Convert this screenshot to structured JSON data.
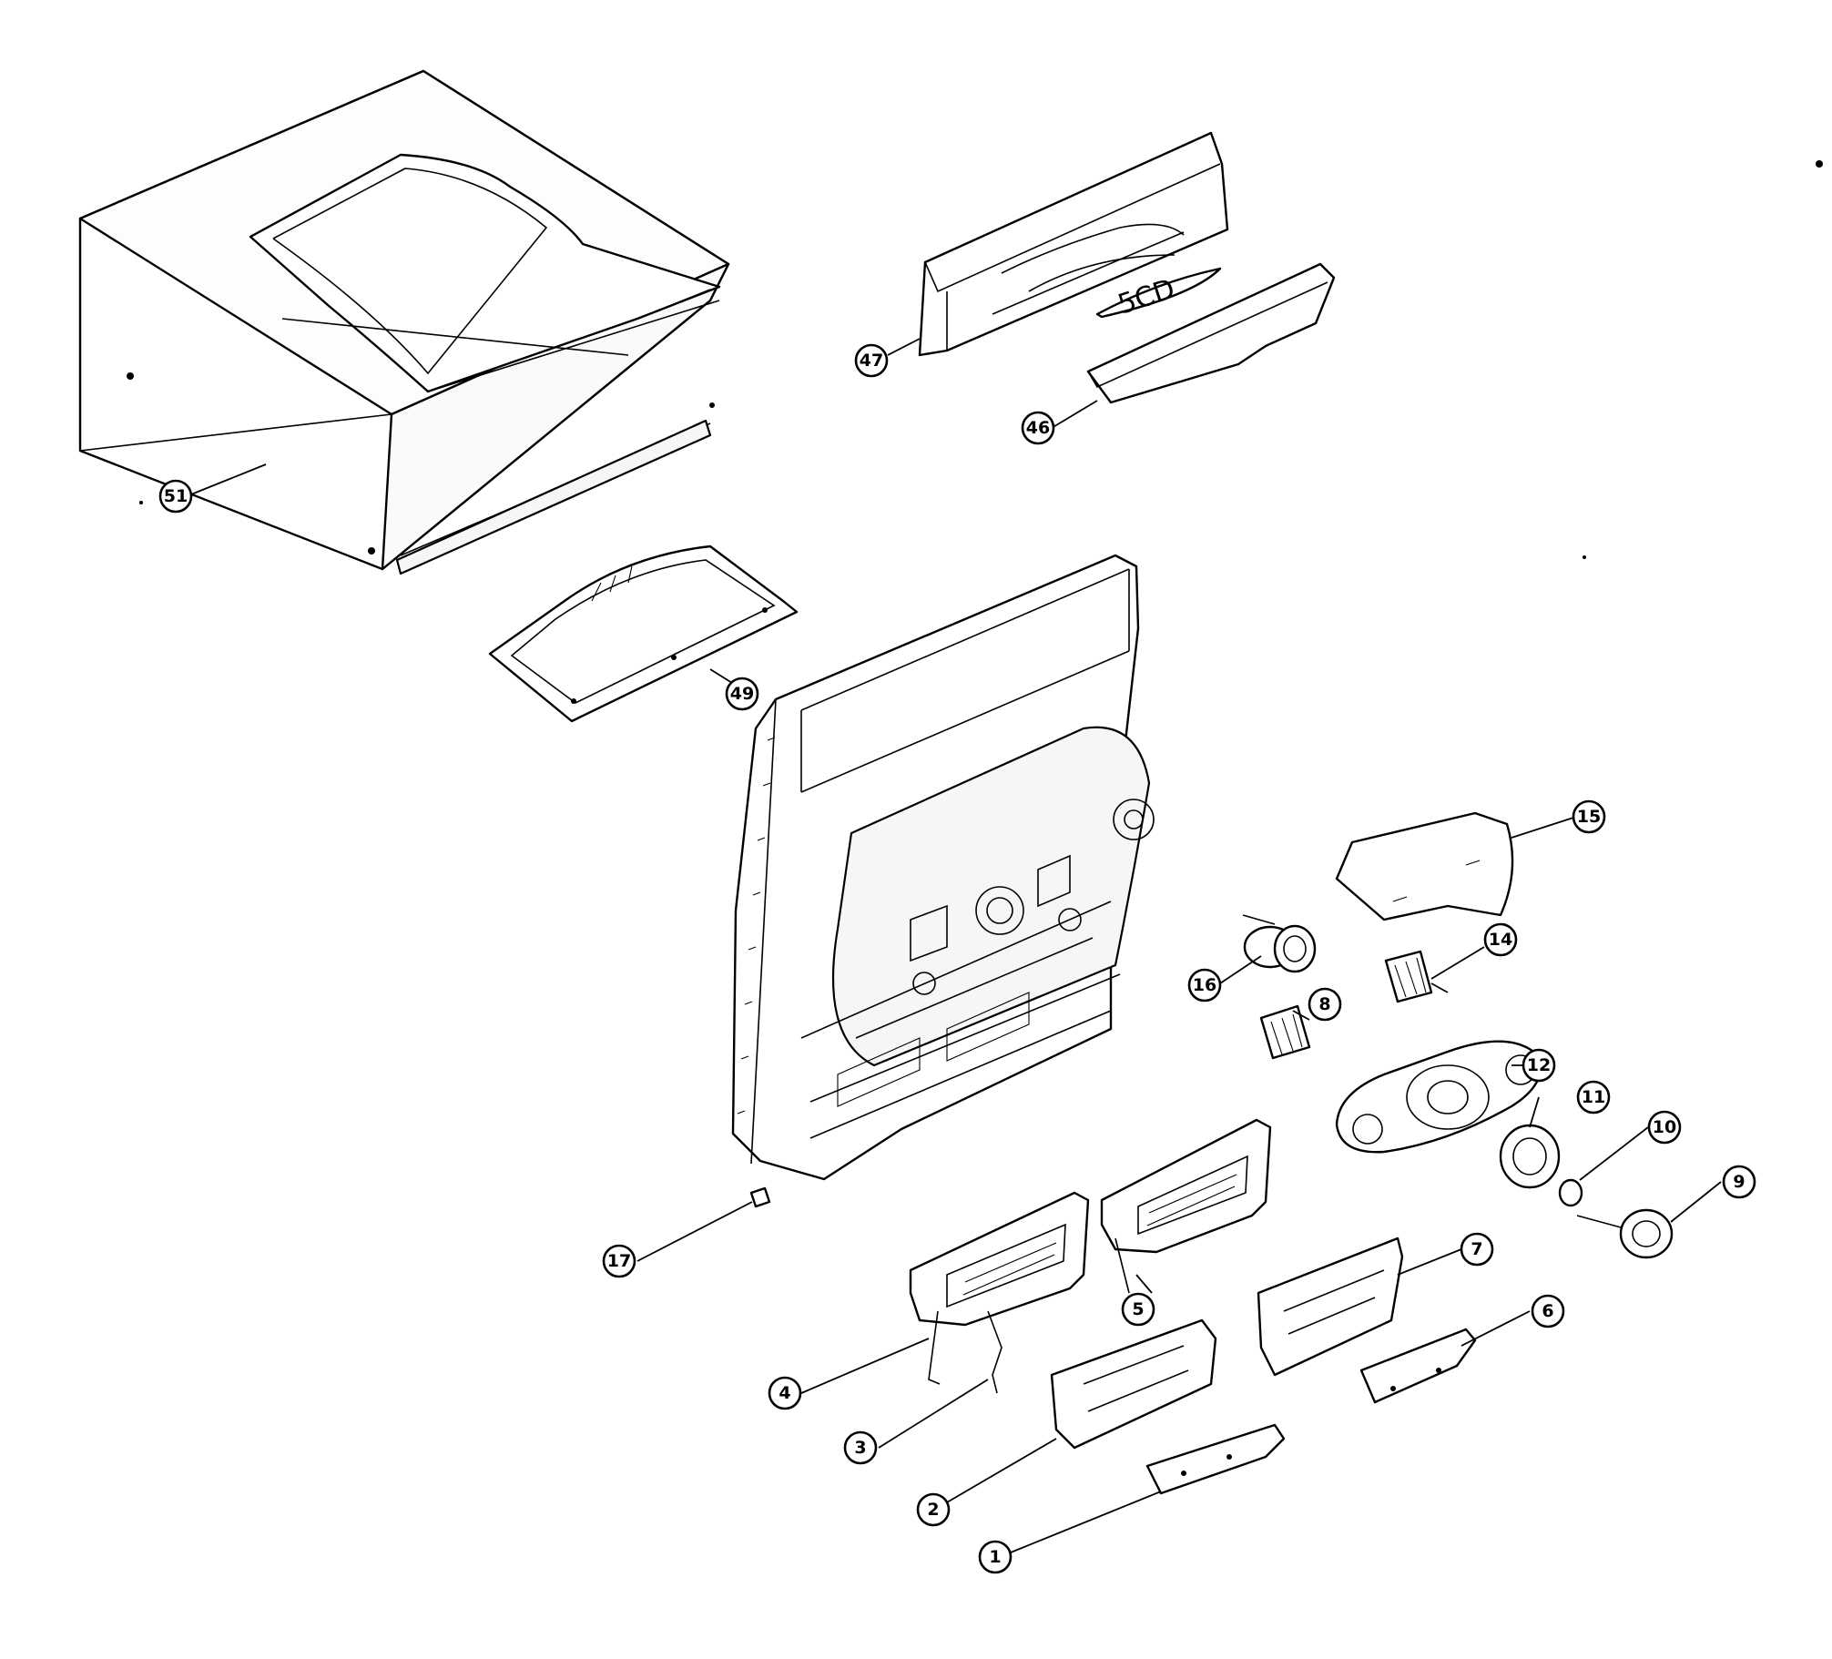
{
  "diagram": {
    "type": "exploded-parts-view",
    "handwritten_note": "5CD",
    "callouts": [
      {
        "id": "51",
        "label": "51"
      },
      {
        "id": "47",
        "label": "47"
      },
      {
        "id": "46",
        "label": "46"
      },
      {
        "id": "49",
        "label": "49"
      },
      {
        "id": "15",
        "label": "15"
      },
      {
        "id": "16",
        "label": "16"
      },
      {
        "id": "14",
        "label": "14"
      },
      {
        "id": "8",
        "label": "8"
      },
      {
        "id": "12",
        "label": "12"
      },
      {
        "id": "11",
        "label": "11"
      },
      {
        "id": "10",
        "label": "10"
      },
      {
        "id": "9",
        "label": "9"
      },
      {
        "id": "17",
        "label": "17"
      },
      {
        "id": "7",
        "label": "7"
      },
      {
        "id": "6",
        "label": "6"
      },
      {
        "id": "5",
        "label": "5"
      },
      {
        "id": "4",
        "label": "4"
      },
      {
        "id": "3",
        "label": "3"
      },
      {
        "id": "2",
        "label": "2"
      },
      {
        "id": "1",
        "label": "1"
      }
    ]
  }
}
